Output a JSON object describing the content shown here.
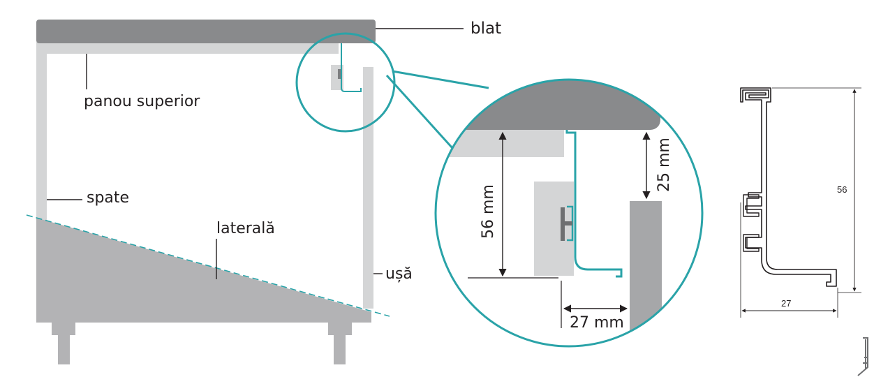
{
  "labels": {
    "blat": "blat",
    "panou_superior": "panou superior",
    "spate": "spate",
    "laterala": "laterală",
    "usa": "ușă"
  },
  "dimensions": {
    "height_56": "56 mm",
    "gap_25": "25 mm",
    "depth_27": "27 mm",
    "profile_height": "56",
    "profile_width": "27"
  },
  "colors": {
    "countertop": "#898a8c",
    "panel": "#d4d5d6",
    "side": "#b3b3b5",
    "door": "#a6a7a9",
    "accent": "#2aa3a8",
    "line": "#231f20"
  }
}
